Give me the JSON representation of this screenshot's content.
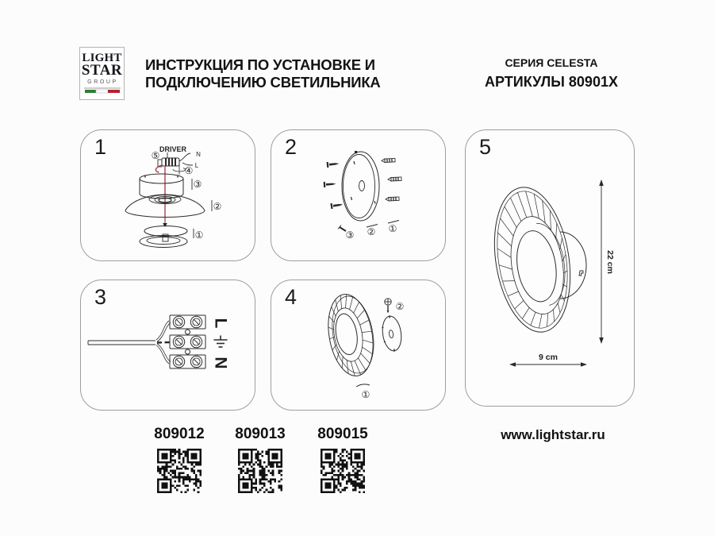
{
  "logo": {
    "line1": "LIGHT",
    "line2": "STAR",
    "line3": "GROUP"
  },
  "header": {
    "title_line1": "ИНСТРУКЦИЯ ПО УСТАНОВКЕ И",
    "title_line2": "ПОДКЛЮЧЕНИЮ СВЕТИЛЬНИКА",
    "series": "СЕРИЯ CELESTA",
    "articles": "АРТИКУЛЫ 80901X"
  },
  "panels": {
    "p1": {
      "number": "1",
      "driver_label": "DRIVER",
      "wire_n": "N",
      "wire_l": "L",
      "step5": "⑤",
      "step4": "④",
      "step3": "③",
      "step2": "②",
      "step1": "①"
    },
    "p2": {
      "number": "2",
      "step3": "③",
      "step2": "②",
      "step1": "①"
    },
    "p3": {
      "number": "3",
      "label_l": "L",
      "label_n": "N"
    },
    "p4": {
      "number": "4",
      "step2": "②",
      "step1": "①"
    },
    "p5": {
      "number": "5",
      "dim_height": "22 cm",
      "dim_width": "9 cm"
    }
  },
  "footer": {
    "articles": [
      {
        "code": "809012"
      },
      {
        "code": "809013"
      },
      {
        "code": "809015"
      }
    ],
    "website": "www.lightstar.ru"
  },
  "colors": {
    "accent_wire": "#a13643",
    "flag_green": "#2f7d33",
    "flag_red": "#b2262c",
    "line": "#2b2b2b"
  }
}
